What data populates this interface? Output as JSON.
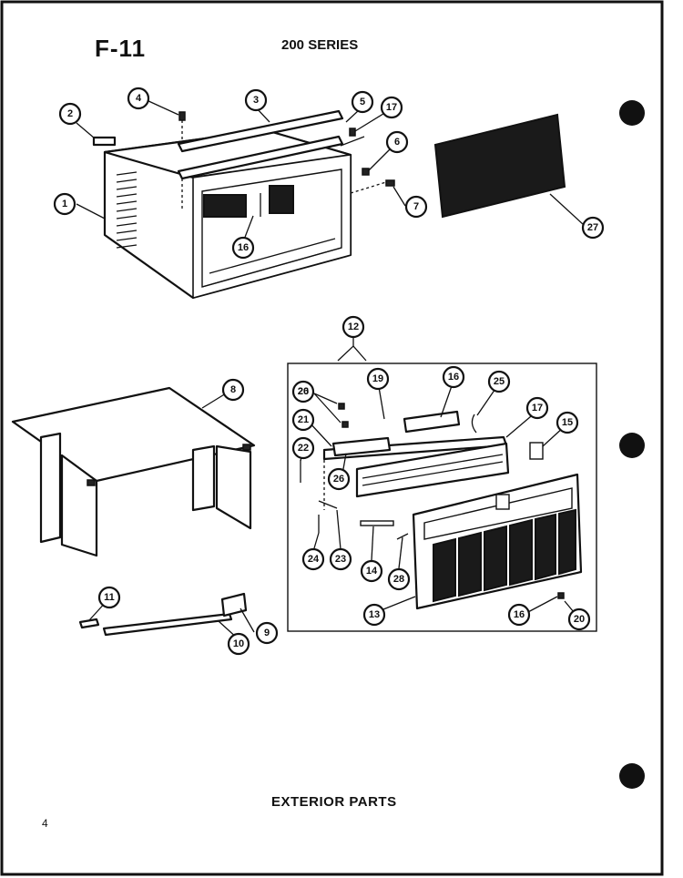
{
  "header": {
    "figure": "F-11",
    "series": "200 SERIES"
  },
  "caption": "EXTERIOR PARTS",
  "page_number": "4",
  "callouts": [
    "1",
    "2",
    "3",
    "4",
    "5",
    "6",
    "7",
    "8",
    "9",
    "10",
    "11",
    "12",
    "13",
    "14",
    "15",
    "16",
    "16",
    "16",
    "17",
    "17",
    "19",
    "20",
    "20",
    "21",
    "22",
    "23",
    "24",
    "25",
    "26",
    "26",
    "27",
    "28"
  ]
}
